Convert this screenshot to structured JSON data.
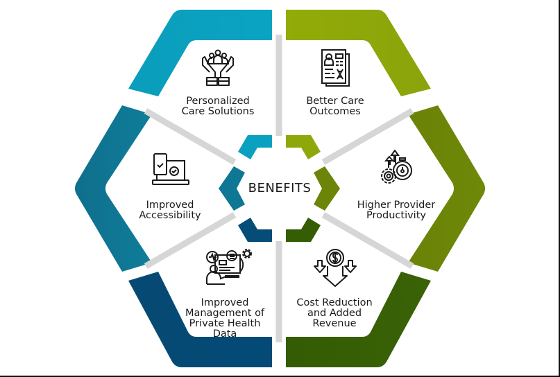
{
  "center": {
    "title": "BENEFITS"
  },
  "segments": [
    {
      "id": "personalized-care",
      "lines": [
        "Personalized",
        "Care Solutions"
      ],
      "icon": "hands-holding-people-icon",
      "color": "#0aa0bf"
    },
    {
      "id": "better-care-outcomes",
      "lines": [
        "Better Care",
        "Outcomes"
      ],
      "icon": "medical-record-dna-icon",
      "color": "#8ea80a"
    },
    {
      "id": "improved-accessibility",
      "lines": [
        "Improved",
        "Accessibility"
      ],
      "icon": "devices-check-icon",
      "color": "#0e7794"
    },
    {
      "id": "higher-provider-productivity",
      "lines": [
        "Higher Provider",
        "Productivity"
      ],
      "icon": "gears-stopwatch-arrows-icon",
      "color": "#6c8508"
    },
    {
      "id": "private-health-data",
      "lines": [
        "Improved",
        "Management of",
        "Private Health",
        "Data"
      ],
      "icon": "person-monitor-data-icon",
      "color": "#054c77"
    },
    {
      "id": "cost-reduction",
      "lines": [
        "Cost Reduction",
        "and Added",
        "Revenue"
      ],
      "icon": "dollar-down-arrows-icon",
      "color": "#345d04"
    }
  ],
  "colors": {
    "teal_light": "#0aa0bf",
    "teal_mid": "#0e7794",
    "navy": "#054c77",
    "olive_light": "#8ea80a",
    "olive_mid": "#6c8508",
    "olive_dark": "#345d04",
    "gap": "#d9d9d9"
  }
}
